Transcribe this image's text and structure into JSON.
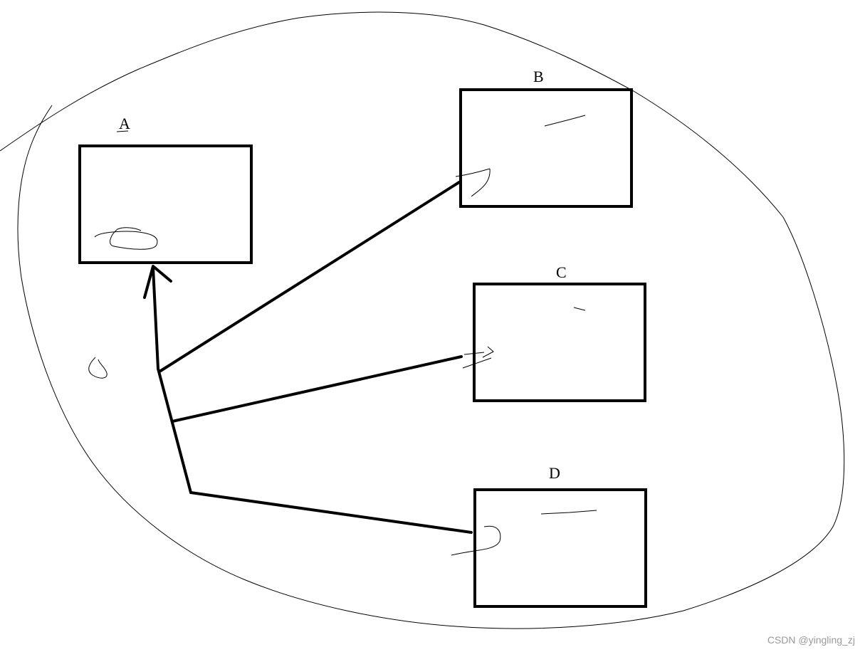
{
  "diagram": {
    "boxes": [
      {
        "id": "a",
        "label": "A"
      },
      {
        "id": "b",
        "label": "B"
      },
      {
        "id": "c",
        "label": "C"
      },
      {
        "id": "d",
        "label": "D"
      }
    ],
    "edges": [
      {
        "from": "hub",
        "to": "a",
        "arrow": true
      },
      {
        "from": "hub",
        "to": "b",
        "arrow": false
      },
      {
        "from": "hub",
        "to": "c",
        "arrow": false
      },
      {
        "from": "hub",
        "to": "d",
        "arrow": false
      }
    ],
    "colors": {
      "stroke": "#000000",
      "background": "#ffffff",
      "watermark": "#9a9a9a"
    }
  },
  "watermark": {
    "text": "CSDN @yingling_zj"
  }
}
